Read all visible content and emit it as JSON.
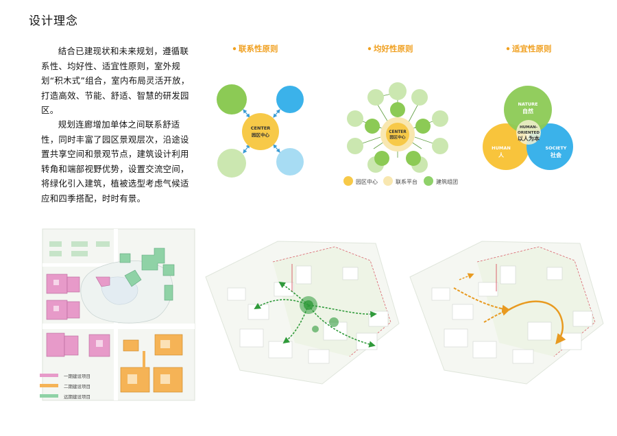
{
  "title": "设计理念",
  "text": {
    "para1": "结合已建现状和未来规划，遵循联系性、均好性、适宜性原则，室外规划“积木式”组合，室内布局灵活开放，打造高效、节能、舒适、智慧的研发园区。",
    "para2": "规划连廊增加单体之间联系舒适性，同时丰富了园区景观层次，沿途设置共享空间和景观节点，建筑设计利用转角和端部视野优势，设置交流空间，将绿化引入建筑，植被选型考虑气候适应和四季搭配，时时有景。"
  },
  "principles": [
    {
      "label": "联系性原则",
      "center_line1": "CENTER",
      "center_line2": "园区中心"
    },
    {
      "label": "均好性原则",
      "center_line1": "CENTER",
      "center_line2": "园区中心"
    },
    {
      "label": "适宜性原则"
    }
  ],
  "venn": {
    "nature_en": "NATURE",
    "nature_cn": "自然",
    "human_en": "HUMAN",
    "human_cn": "人",
    "society_en": "SOCIETY",
    "society_cn": "社会",
    "center_en1": "HUMAN-",
    "center_en2": "ORIENTED",
    "center_cn": "以人为本"
  },
  "diagram_legend": [
    {
      "label": "园区中心",
      "color": "#f7c948"
    },
    {
      "label": "联系平台",
      "color": "#f8e7b0"
    },
    {
      "label": "建筑组团",
      "color": "#8fd16a"
    }
  ],
  "plan_legend": [
    {
      "label": "一期建设项目",
      "color": "#e79ac9"
    },
    {
      "label": "二期建设项目",
      "color": "#f5b356"
    },
    {
      "label": "远期建设项目",
      "color": "#8fd2a6"
    }
  ],
  "colors": {
    "accent_orange": "#f0a020",
    "green_dark": "#8cca55",
    "green_light": "#cbe7b0",
    "blue": "#3bb2ea",
    "blue_light": "#a7dcf3",
    "yellow": "#f7c948",
    "arrow_blue": "#3a9bd4"
  }
}
